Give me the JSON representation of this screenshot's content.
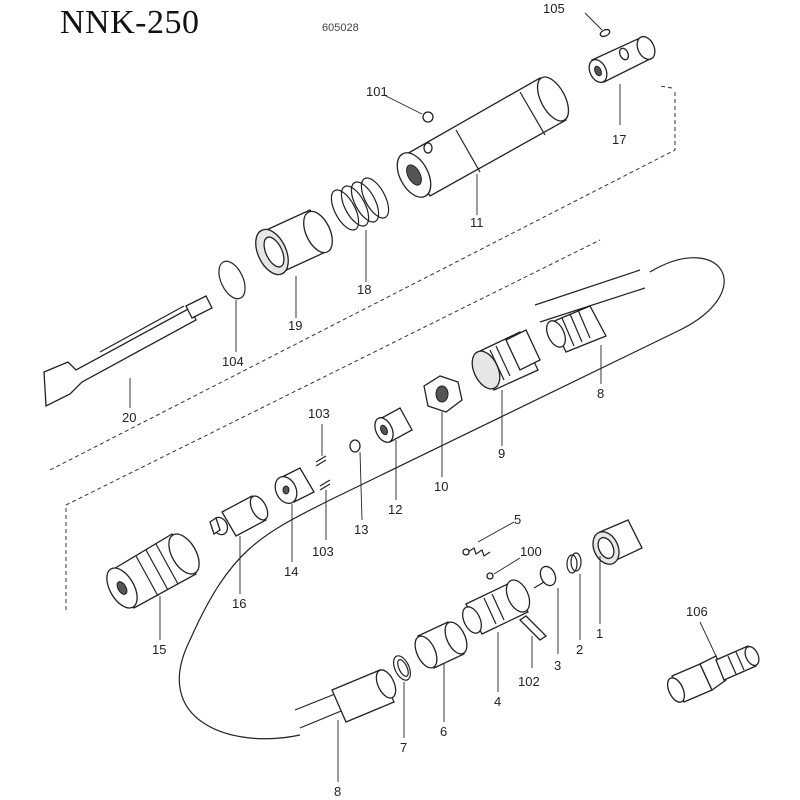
{
  "title": "NNK-250",
  "drawing_code": "605028",
  "part_labels": {
    "p1": "1",
    "p2": "2",
    "p3": "3",
    "p4": "4",
    "p5": "5",
    "p6": "6",
    "p7": "7",
    "p8a": "8",
    "p8b": "8",
    "p9": "9",
    "p10": "10",
    "p11": "11",
    "p12": "12",
    "p13": "13",
    "p14": "14",
    "p15": "15",
    "p16": "16",
    "p17": "17",
    "p18": "18",
    "p19": "19",
    "p20": "20",
    "p100": "100",
    "p101": "101",
    "p102": "102",
    "p103a": "103",
    "p103b": "103",
    "p104": "104",
    "p105": "105",
    "p106": "106"
  }
}
